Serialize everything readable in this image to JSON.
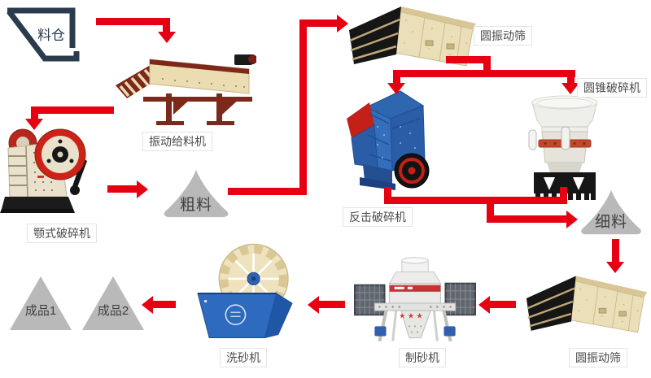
{
  "nodes": {
    "silo": {
      "label": "料仓"
    },
    "feeder": {
      "label": "振动给料机"
    },
    "jaw_crusher": {
      "label": "颚式破碎机"
    },
    "coarse_pile": {
      "label": "粗料"
    },
    "vibrating_screen_top": {
      "label": "圆振动筛"
    },
    "impact_crusher": {
      "label": "反击破碎机"
    },
    "cone_crusher": {
      "label": "圆锥破碎机"
    },
    "fine_pile": {
      "label": "细料"
    },
    "vibrating_screen_bottom": {
      "label": "圆振动筛"
    },
    "sand_maker": {
      "label": "制砂机"
    },
    "sand_washer": {
      "label": "洗砂机"
    },
    "product_1": {
      "label": "成品1"
    },
    "product_2": {
      "label": "成品2"
    }
  },
  "decor": {
    "sand_maker_stars": "★ ★ ★"
  },
  "colors": {
    "arrow": "#e60012",
    "silo_outline": "#2b3b4e",
    "pile_fill": "#b9b9b9",
    "label_text": "#4a4a4a",
    "label_border": "#e4e4e4",
    "feeder_cream": "#ecdcb2",
    "feeder_maroon": "#7c281b",
    "crusher_blue": "#2f66b0",
    "washer_blue": "#2e6abd"
  },
  "flow": [
    "料仓 → 振动给料机",
    "振动给料机 → 颚式破碎机",
    "颚式破碎机 → 粗料",
    "粗料 → 圆振动筛",
    "圆振动筛 → 反击破碎机",
    "圆振动筛 → 圆锥破碎机",
    "反击破碎机 → 细料",
    "圆锥破碎机 → 细料",
    "细料 → 圆振动筛",
    "圆振动筛 → 制砂机",
    "制砂机 → 洗砂机",
    "洗砂机 → 成品"
  ]
}
